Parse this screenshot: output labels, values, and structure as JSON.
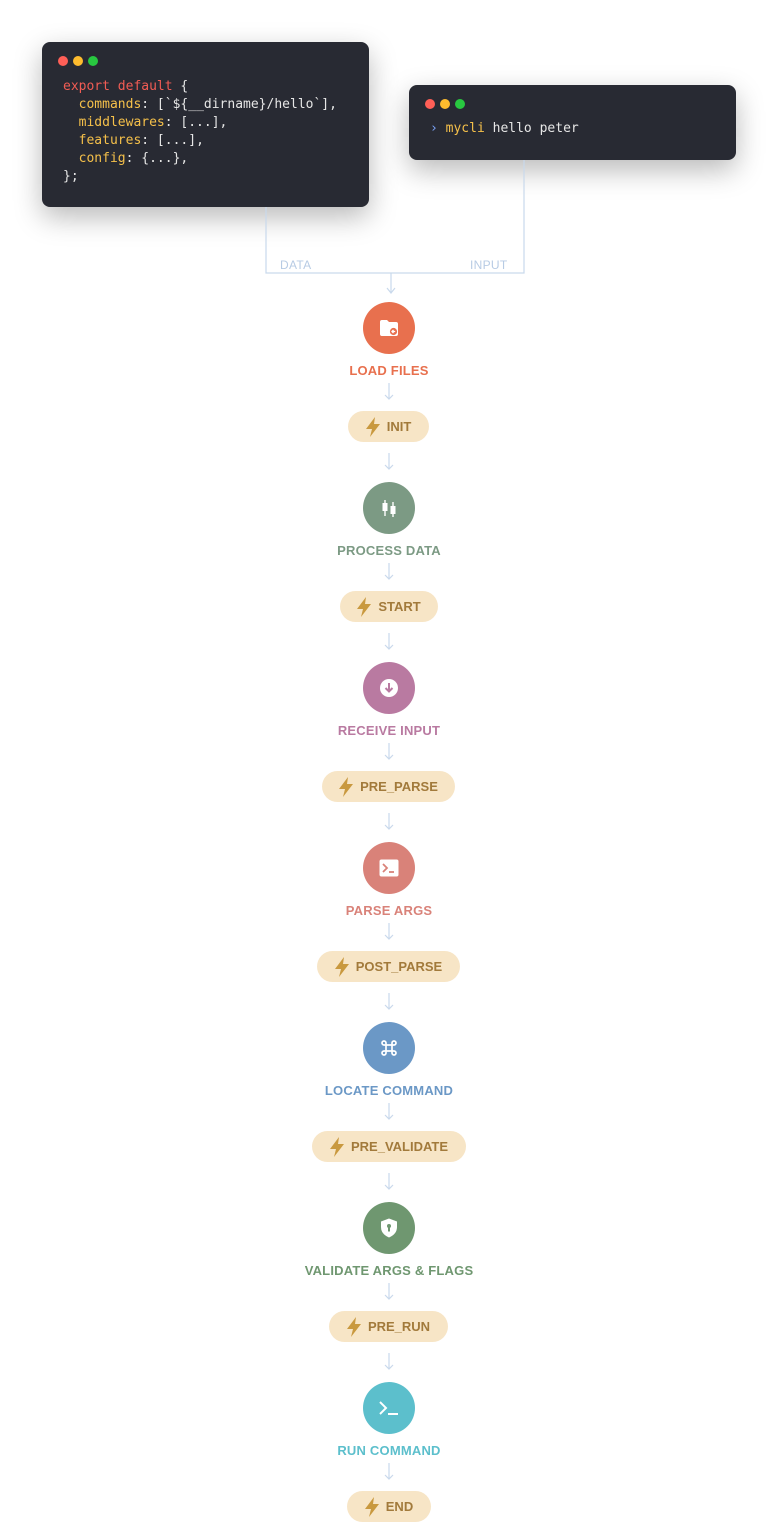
{
  "code_window": {
    "lines": [
      {
        "kw": "export default",
        "rest": " {"
      },
      {
        "prop": "  commands",
        "rest": ": [`${__dirname}/hello`],"
      },
      {
        "prop": "  middlewares",
        "rest": ": [...],"
      },
      {
        "prop": "  features",
        "rest": ": [...],"
      },
      {
        "prop": "  config",
        "rest": ": {...},"
      },
      {
        "rest": "};"
      }
    ]
  },
  "terminal_window": {
    "prompt": "›",
    "command": "mycli",
    "args": " hello peter"
  },
  "connector": {
    "left_label": "DATA",
    "right_label": "INPUT"
  },
  "steps": [
    {
      "label": "LOAD FILES",
      "color": "#e8704e",
      "icon": "folder-import-icon"
    },
    {
      "label": "PROCESS DATA",
      "color": "#7c9a84",
      "icon": "candlestick-icon"
    },
    {
      "label": "RECEIVE INPUT",
      "color": "#b97aa1",
      "icon": "arrow-down-circle-icon"
    },
    {
      "label": "PARSE ARGS",
      "color": "#d98279",
      "icon": "terminal-box-icon"
    },
    {
      "label": "LOCATE COMMAND",
      "color": "#6b98c6",
      "icon": "command-key-icon"
    },
    {
      "label": "VALIDATE ARGS & FLAGS",
      "color": "#6f9770",
      "icon": "shield-lock-icon"
    },
    {
      "label": "RUN COMMAND",
      "color": "#5cbfcc",
      "icon": "terminal-prompt-icon"
    }
  ],
  "hooks": [
    {
      "label": "INIT",
      "icon": "lightning-icon"
    },
    {
      "label": "START",
      "icon": "lightning-icon"
    },
    {
      "label": "PRE_PARSE",
      "icon": "lightning-icon"
    },
    {
      "label": "POST_PARSE",
      "icon": "lightning-icon"
    },
    {
      "label": "PRE_VALIDATE",
      "icon": "lightning-icon"
    },
    {
      "label": "PRE_RUN",
      "icon": "lightning-icon"
    },
    {
      "label": "END",
      "icon": "lightning-icon"
    }
  ],
  "colors": {
    "hook_bg": "#f7e5c6",
    "hook_text": "#a27a3b",
    "hook_icon": "#c9993f",
    "connector": "#c9d9ec",
    "window_bg": "#282a33"
  }
}
